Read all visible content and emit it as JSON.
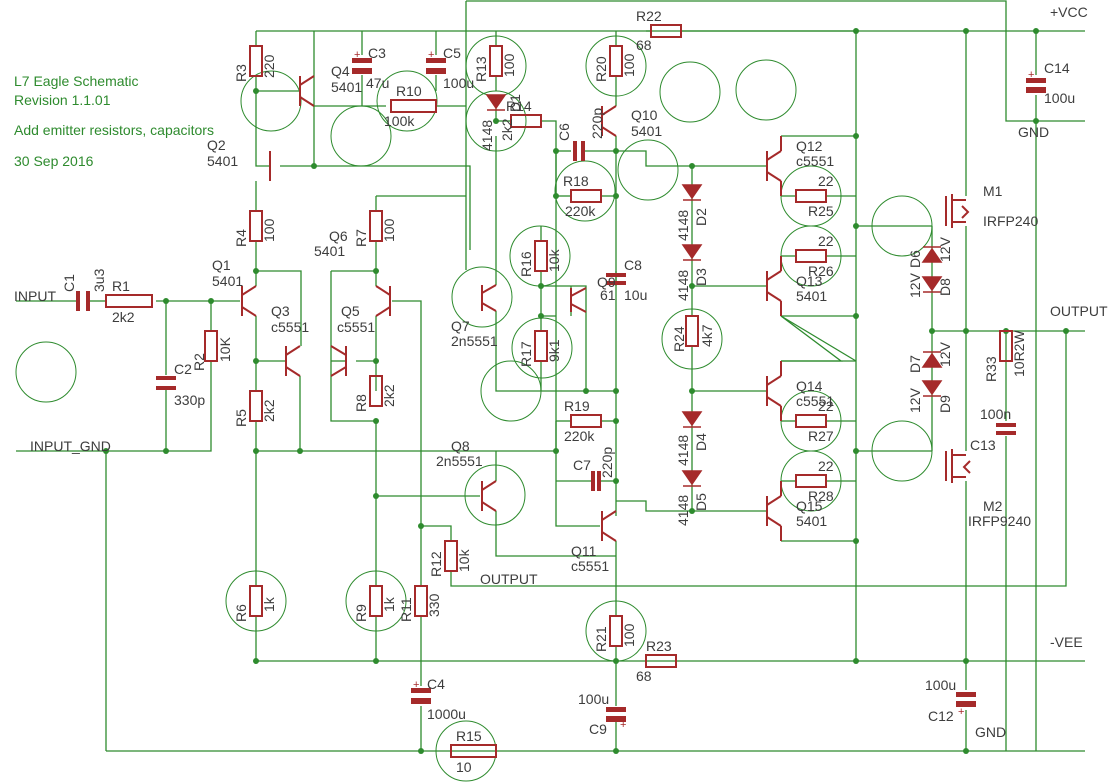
{
  "notes": {
    "title": "L7 Eagle Schematic",
    "revision": "Revision 1.1.01",
    "change": "Add emitter resistors, capacitors",
    "date": "30 Sep 2016"
  },
  "rails": {
    "vcc": "+VCC",
    "vee": "-VEE",
    "output": "OUTPUT",
    "gnd_top": "GND",
    "gnd_bottom": "GND",
    "input": "INPUT",
    "input_gnd": "INPUT_GND",
    "output_net": "OUTPUT"
  },
  "resistors": [
    {
      "name": "R1",
      "value": "2k2"
    },
    {
      "name": "R2",
      "value": "10K"
    },
    {
      "name": "R3",
      "value": "220"
    },
    {
      "name": "R4",
      "value": "100"
    },
    {
      "name": "R5",
      "value": "2k2"
    },
    {
      "name": "R6",
      "value": "1k"
    },
    {
      "name": "R7",
      "value": "100"
    },
    {
      "name": "R8",
      "value": "2k2"
    },
    {
      "name": "R9",
      "value": "1k"
    },
    {
      "name": "R10",
      "value": "100k"
    },
    {
      "name": "R11",
      "value": "330"
    },
    {
      "name": "R12",
      "value": "10k"
    },
    {
      "name": "R13",
      "value": "100"
    },
    {
      "name": "R14",
      "value": "2k2"
    },
    {
      "name": "R15",
      "value": "10"
    },
    {
      "name": "R16",
      "value": "10k"
    },
    {
      "name": "R17",
      "value": "9k1"
    },
    {
      "name": "R18",
      "value": "220k"
    },
    {
      "name": "R19",
      "value": "220k"
    },
    {
      "name": "R20",
      "value": "100"
    },
    {
      "name": "R21",
      "value": "100"
    },
    {
      "name": "R22",
      "value": "68"
    },
    {
      "name": "R23",
      "value": "68"
    },
    {
      "name": "R24",
      "value": "4k7"
    },
    {
      "name": "R25",
      "value": "22"
    },
    {
      "name": "R26",
      "value": "22"
    },
    {
      "name": "R27",
      "value": "22"
    },
    {
      "name": "R28",
      "value": "22"
    },
    {
      "name": "R33",
      "value": "10R2W"
    }
  ],
  "capacitors": [
    {
      "name": "C1",
      "value": "3u3"
    },
    {
      "name": "C2",
      "value": "330p"
    },
    {
      "name": "C3",
      "value": "47u"
    },
    {
      "name": "C4",
      "value": "1000u"
    },
    {
      "name": "C5",
      "value": "100u"
    },
    {
      "name": "C6",
      "value": "220p"
    },
    {
      "name": "C7",
      "value": "220p"
    },
    {
      "name": "C8",
      "value": "10u"
    },
    {
      "name": "C9",
      "value": "100u"
    },
    {
      "name": "C12",
      "value": "100u"
    },
    {
      "name": "C13",
      "value": "100n"
    },
    {
      "name": "C14",
      "value": "100u"
    }
  ],
  "transistors": [
    {
      "name": "Q1",
      "value": "5401"
    },
    {
      "name": "Q2",
      "value": "5401"
    },
    {
      "name": "Q3",
      "value": "c5551"
    },
    {
      "name": "Q4",
      "value": "5401"
    },
    {
      "name": "Q5",
      "value": "c5551"
    },
    {
      "name": "Q6",
      "value": "5401"
    },
    {
      "name": "Q7",
      "value": "2n5551"
    },
    {
      "name": "Q8",
      "value": "2n5551"
    },
    {
      "name": "Q9",
      "value": "61"
    },
    {
      "name": "Q10",
      "value": "5401"
    },
    {
      "name": "Q11",
      "value": "c5551"
    },
    {
      "name": "Q12",
      "value": "c5551"
    },
    {
      "name": "Q13",
      "value": "5401"
    },
    {
      "name": "Q14",
      "value": "c5551"
    },
    {
      "name": "Q15",
      "value": "5401"
    },
    {
      "name": "M1",
      "value": "IRFP240"
    },
    {
      "name": "M2",
      "value": "IRFP9240"
    }
  ],
  "diodes": [
    {
      "name": "D1",
      "value": "4148"
    },
    {
      "name": "D2",
      "value": "4148"
    },
    {
      "name": "D3",
      "value": "4148"
    },
    {
      "name": "D4",
      "value": "4148"
    },
    {
      "name": "D5",
      "value": "4148"
    },
    {
      "name": "D6",
      "value": "12V"
    },
    {
      "name": "D7",
      "value": "12V"
    },
    {
      "name": "D8",
      "value": "12V"
    },
    {
      "name": "D9",
      "value": "12V"
    }
  ],
  "colors": {
    "wire": "#2e8b2e",
    "part": "#a52a2a",
    "text": "#3d3d3d",
    "notes": "#2e8b2e",
    "circle": "#2e8b2e"
  }
}
